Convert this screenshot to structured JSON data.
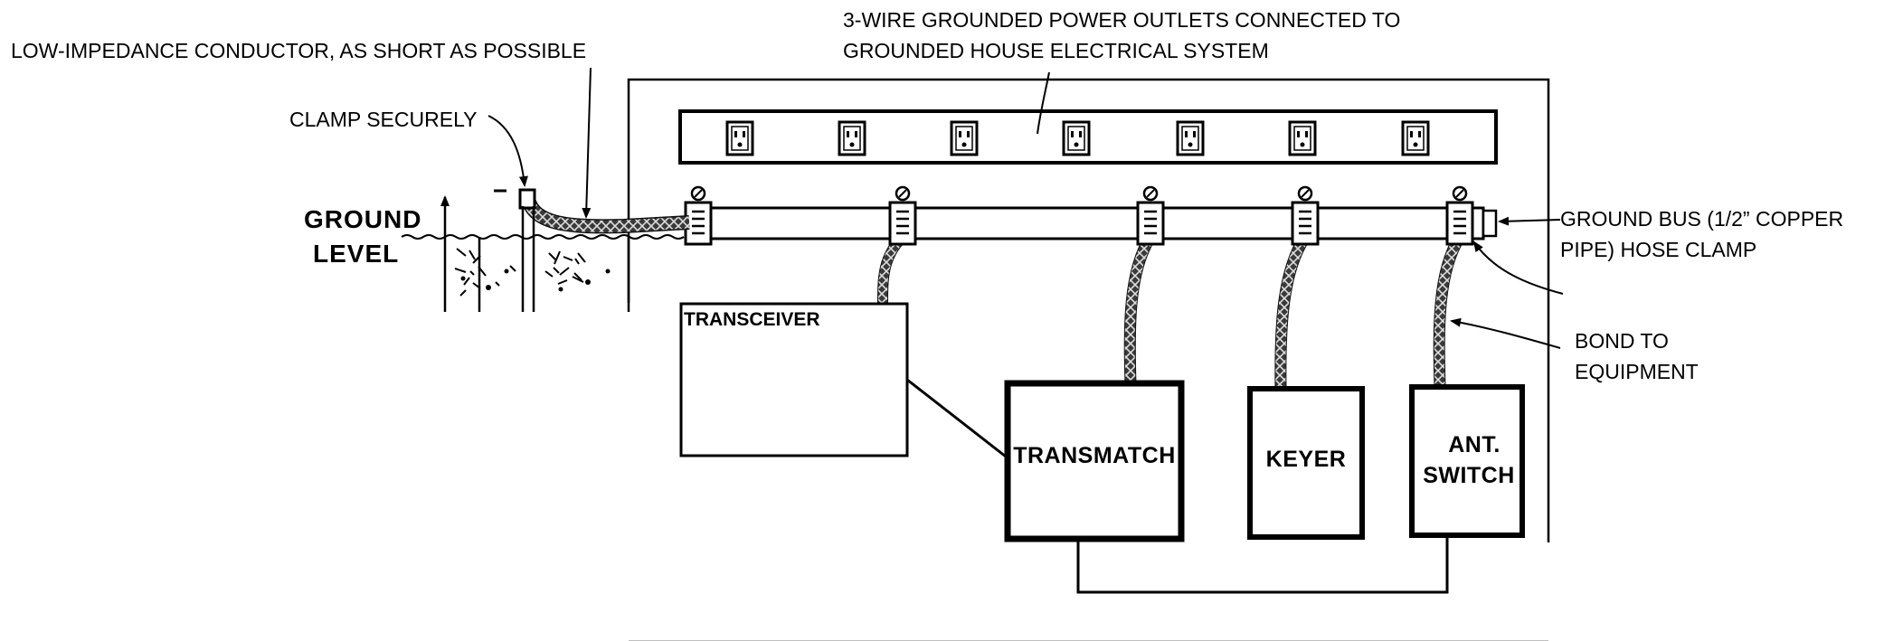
{
  "labels": {
    "outlets_line1": "3-WIRE GROUNDED POWER OUTLETS CONNECTED TO",
    "outlets_line2": "GROUNDED HOUSE ELECTRICAL SYSTEM",
    "conductor": "LOW-IMPEDANCE CONDUCTOR, AS SHORT AS POSSIBLE",
    "clamp": "CLAMP SECURELY",
    "ground_line1": "GROUND",
    "ground_line2": "LEVEL",
    "bus_line1": "GROUND BUS (1/2” COPPER",
    "bus_line2": "PIPE) HOSE CLAMP",
    "bond_line1": "BOND TO",
    "bond_line2": "EQUIPMENT"
  },
  "equipment": {
    "transceiver": "TRANSCEIVER",
    "transmatch": "TRANSMATCH",
    "keyer": "KEYER",
    "ant_switch_line1": "ANT.",
    "ant_switch_line2": "SWITCH"
  },
  "outlet_count": 7,
  "clamp_count": 5
}
